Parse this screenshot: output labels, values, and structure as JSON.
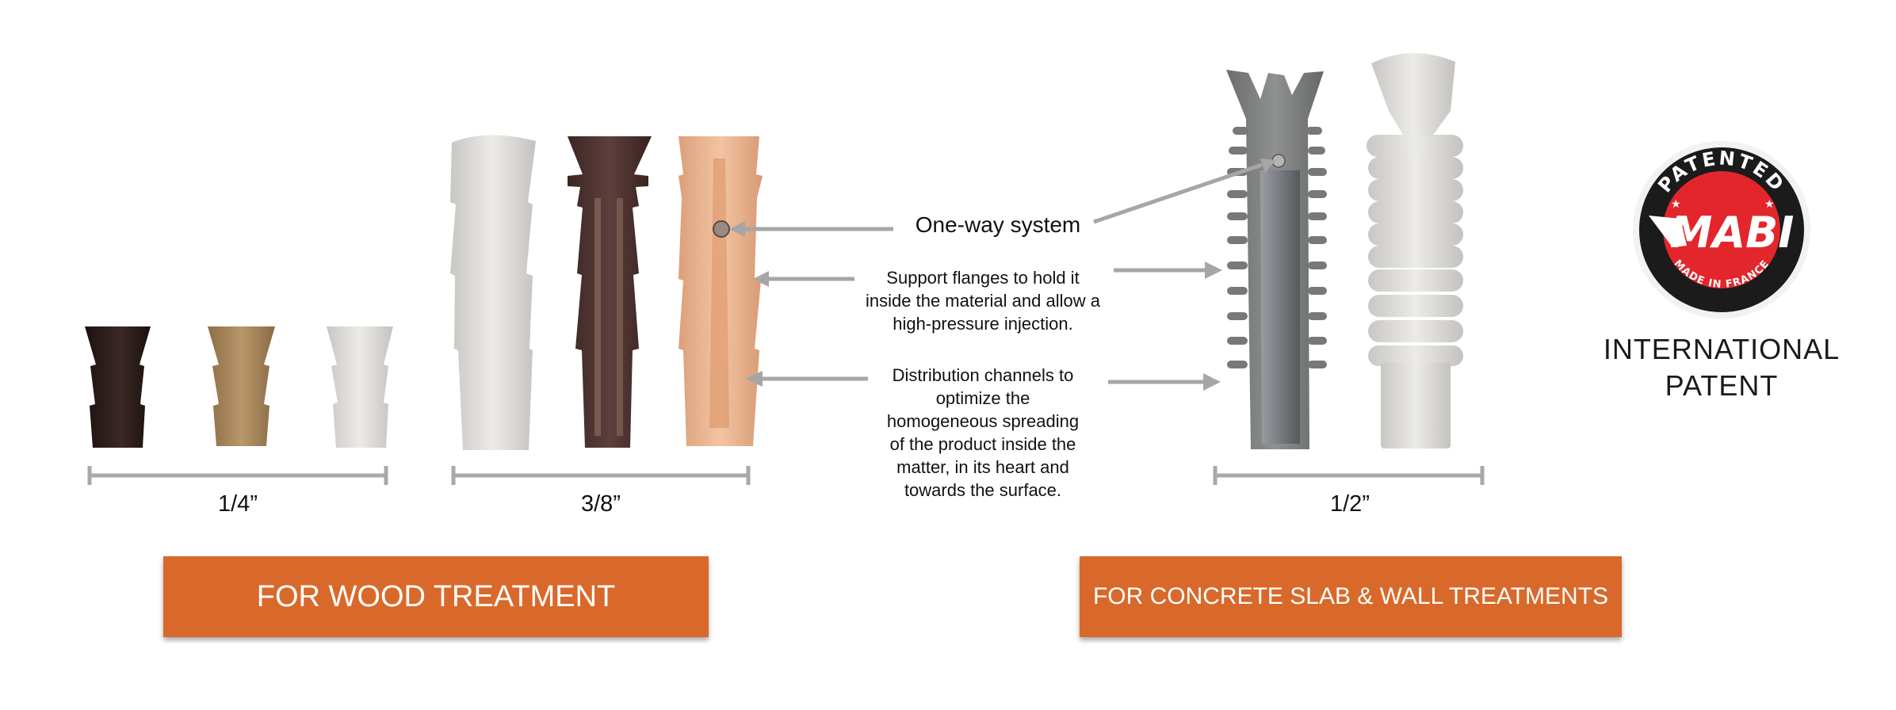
{
  "sections": {
    "wood": {
      "size_groups": [
        {
          "label": "1/4”",
          "plugs": [
            {
              "name": "dark-brown-plug",
              "color": "#2a1b18"
            },
            {
              "name": "tan-plug",
              "color": "#a88559"
            },
            {
              "name": "white-plug",
              "color": "#dedcd8"
            }
          ]
        },
        {
          "label": "3/8”",
          "plugs": [
            {
              "name": "white-plug",
              "color": "#e2e0dc"
            },
            {
              "name": "brown-plug",
              "color": "#4e3331"
            },
            {
              "name": "cutaway-plug",
              "color": "#e9b48f"
            }
          ]
        }
      ],
      "button_label": "FOR WOOD TREATMENT"
    },
    "concrete": {
      "size_groups": [
        {
          "label": "1/2”",
          "plugs": [
            {
              "name": "gray-cutaway-plug",
              "color": "#7d7f7f"
            },
            {
              "name": "white-ribbed-plug",
              "color": "#dcdbd8"
            }
          ]
        }
      ],
      "button_label": "FOR CONCRETE SLAB & WALL TREATMENTS"
    }
  },
  "callouts": {
    "one_way": "One-way system",
    "flanges": [
      "Support flanges to hold it",
      "inside the material and allow a",
      "high-pressure injection."
    ],
    "channels": [
      "Distribution channels to",
      "optimize the",
      "homogeneous spreading",
      "of the product inside the",
      "matter, in its heart and",
      "towards the surface."
    ]
  },
  "badge": {
    "ring_top": "PATENTED",
    "brand": "MABI",
    "ring_bottom": "MADE IN FRANCE",
    "caption_line1": "INTERNATIONAL",
    "caption_line2": "PATENT",
    "colors": {
      "ring": "#1b1b1b",
      "center": "#e3262b",
      "text": "#ffffff"
    }
  },
  "colors": {
    "accent_orange": "#D9692A",
    "arrow_gray": "#a6a6a6"
  }
}
